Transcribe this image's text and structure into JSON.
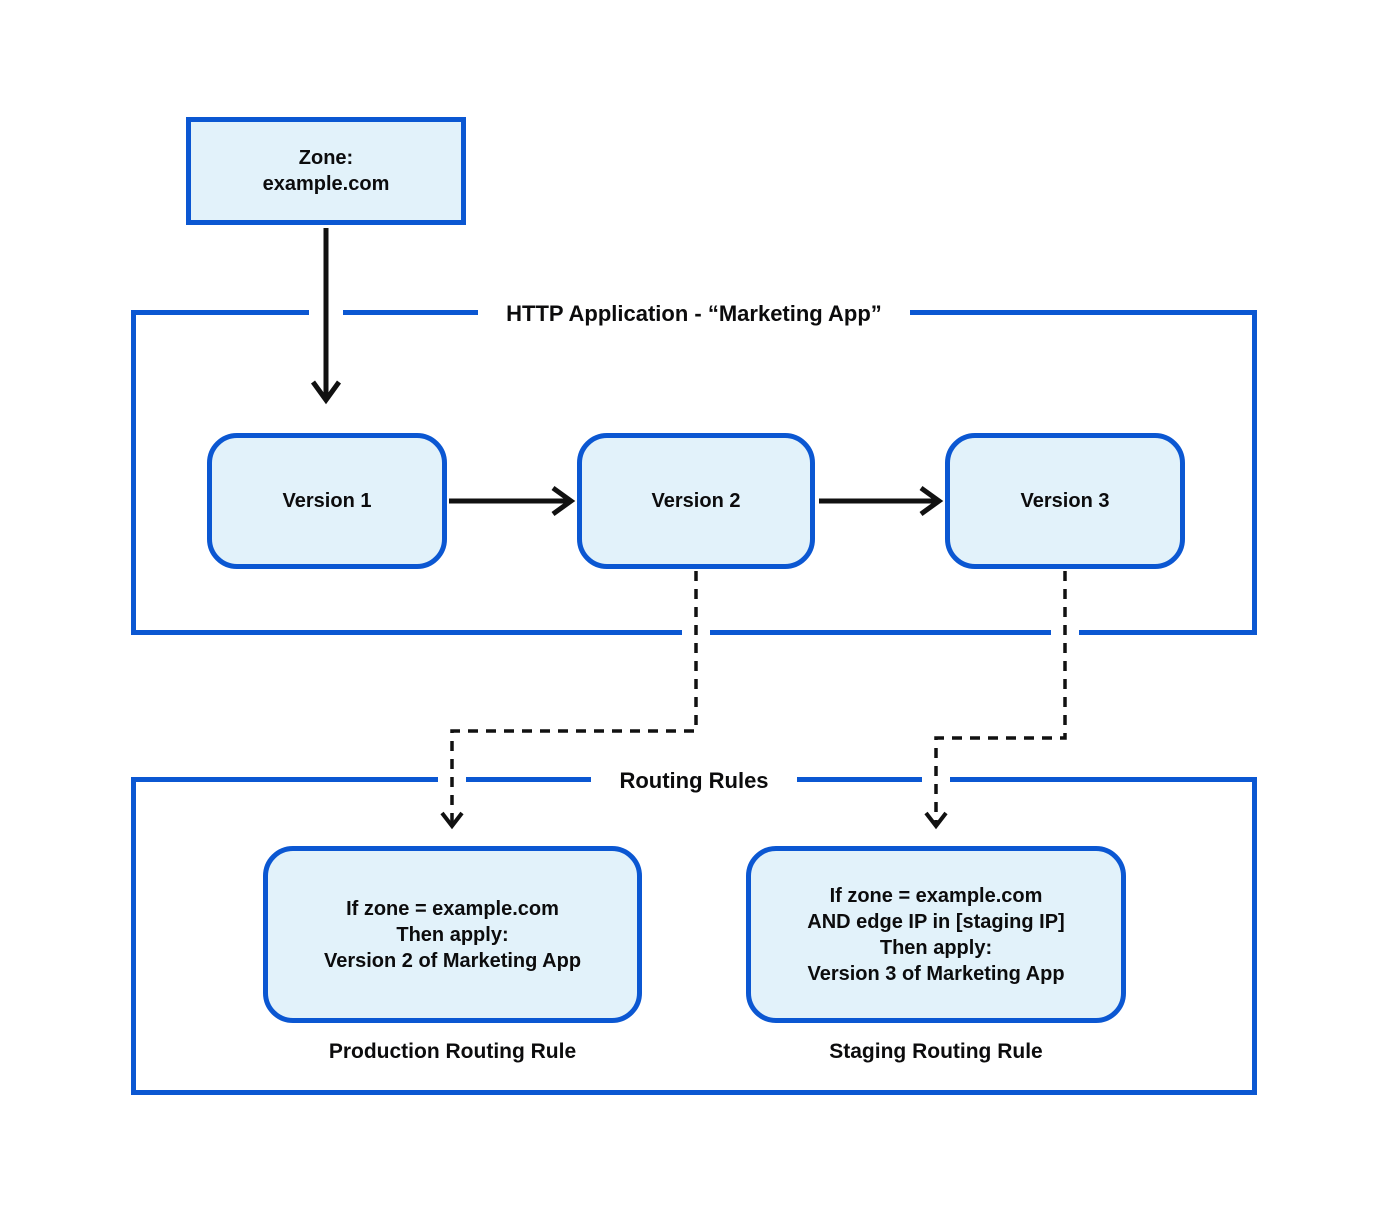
{
  "diagram": {
    "zone_box": {
      "line1": "Zone:",
      "line2": "example.com"
    },
    "http_app": {
      "title": "HTTP Application - “Marketing App”",
      "versions": [
        {
          "label": "Version 1"
        },
        {
          "label": "Version 2"
        },
        {
          "label": "Version 3"
        }
      ]
    },
    "routing": {
      "title": "Routing Rules",
      "rules": [
        {
          "lines": [
            "If zone = example.com",
            "Then apply:",
            "Version 2 of Marketing App"
          ],
          "caption": "Production Routing Rule"
        },
        {
          "lines": [
            "If zone = example.com",
            "AND edge IP in [staging IP]",
            "Then apply:",
            "Version 3 of Marketing App"
          ],
          "caption": "Staging Routing Rule"
        }
      ]
    },
    "colors": {
      "border_blue": "#0b57d2",
      "box_fill": "#e2f2fa",
      "text": "#0c0c0d",
      "connector_black": "#111111"
    }
  }
}
